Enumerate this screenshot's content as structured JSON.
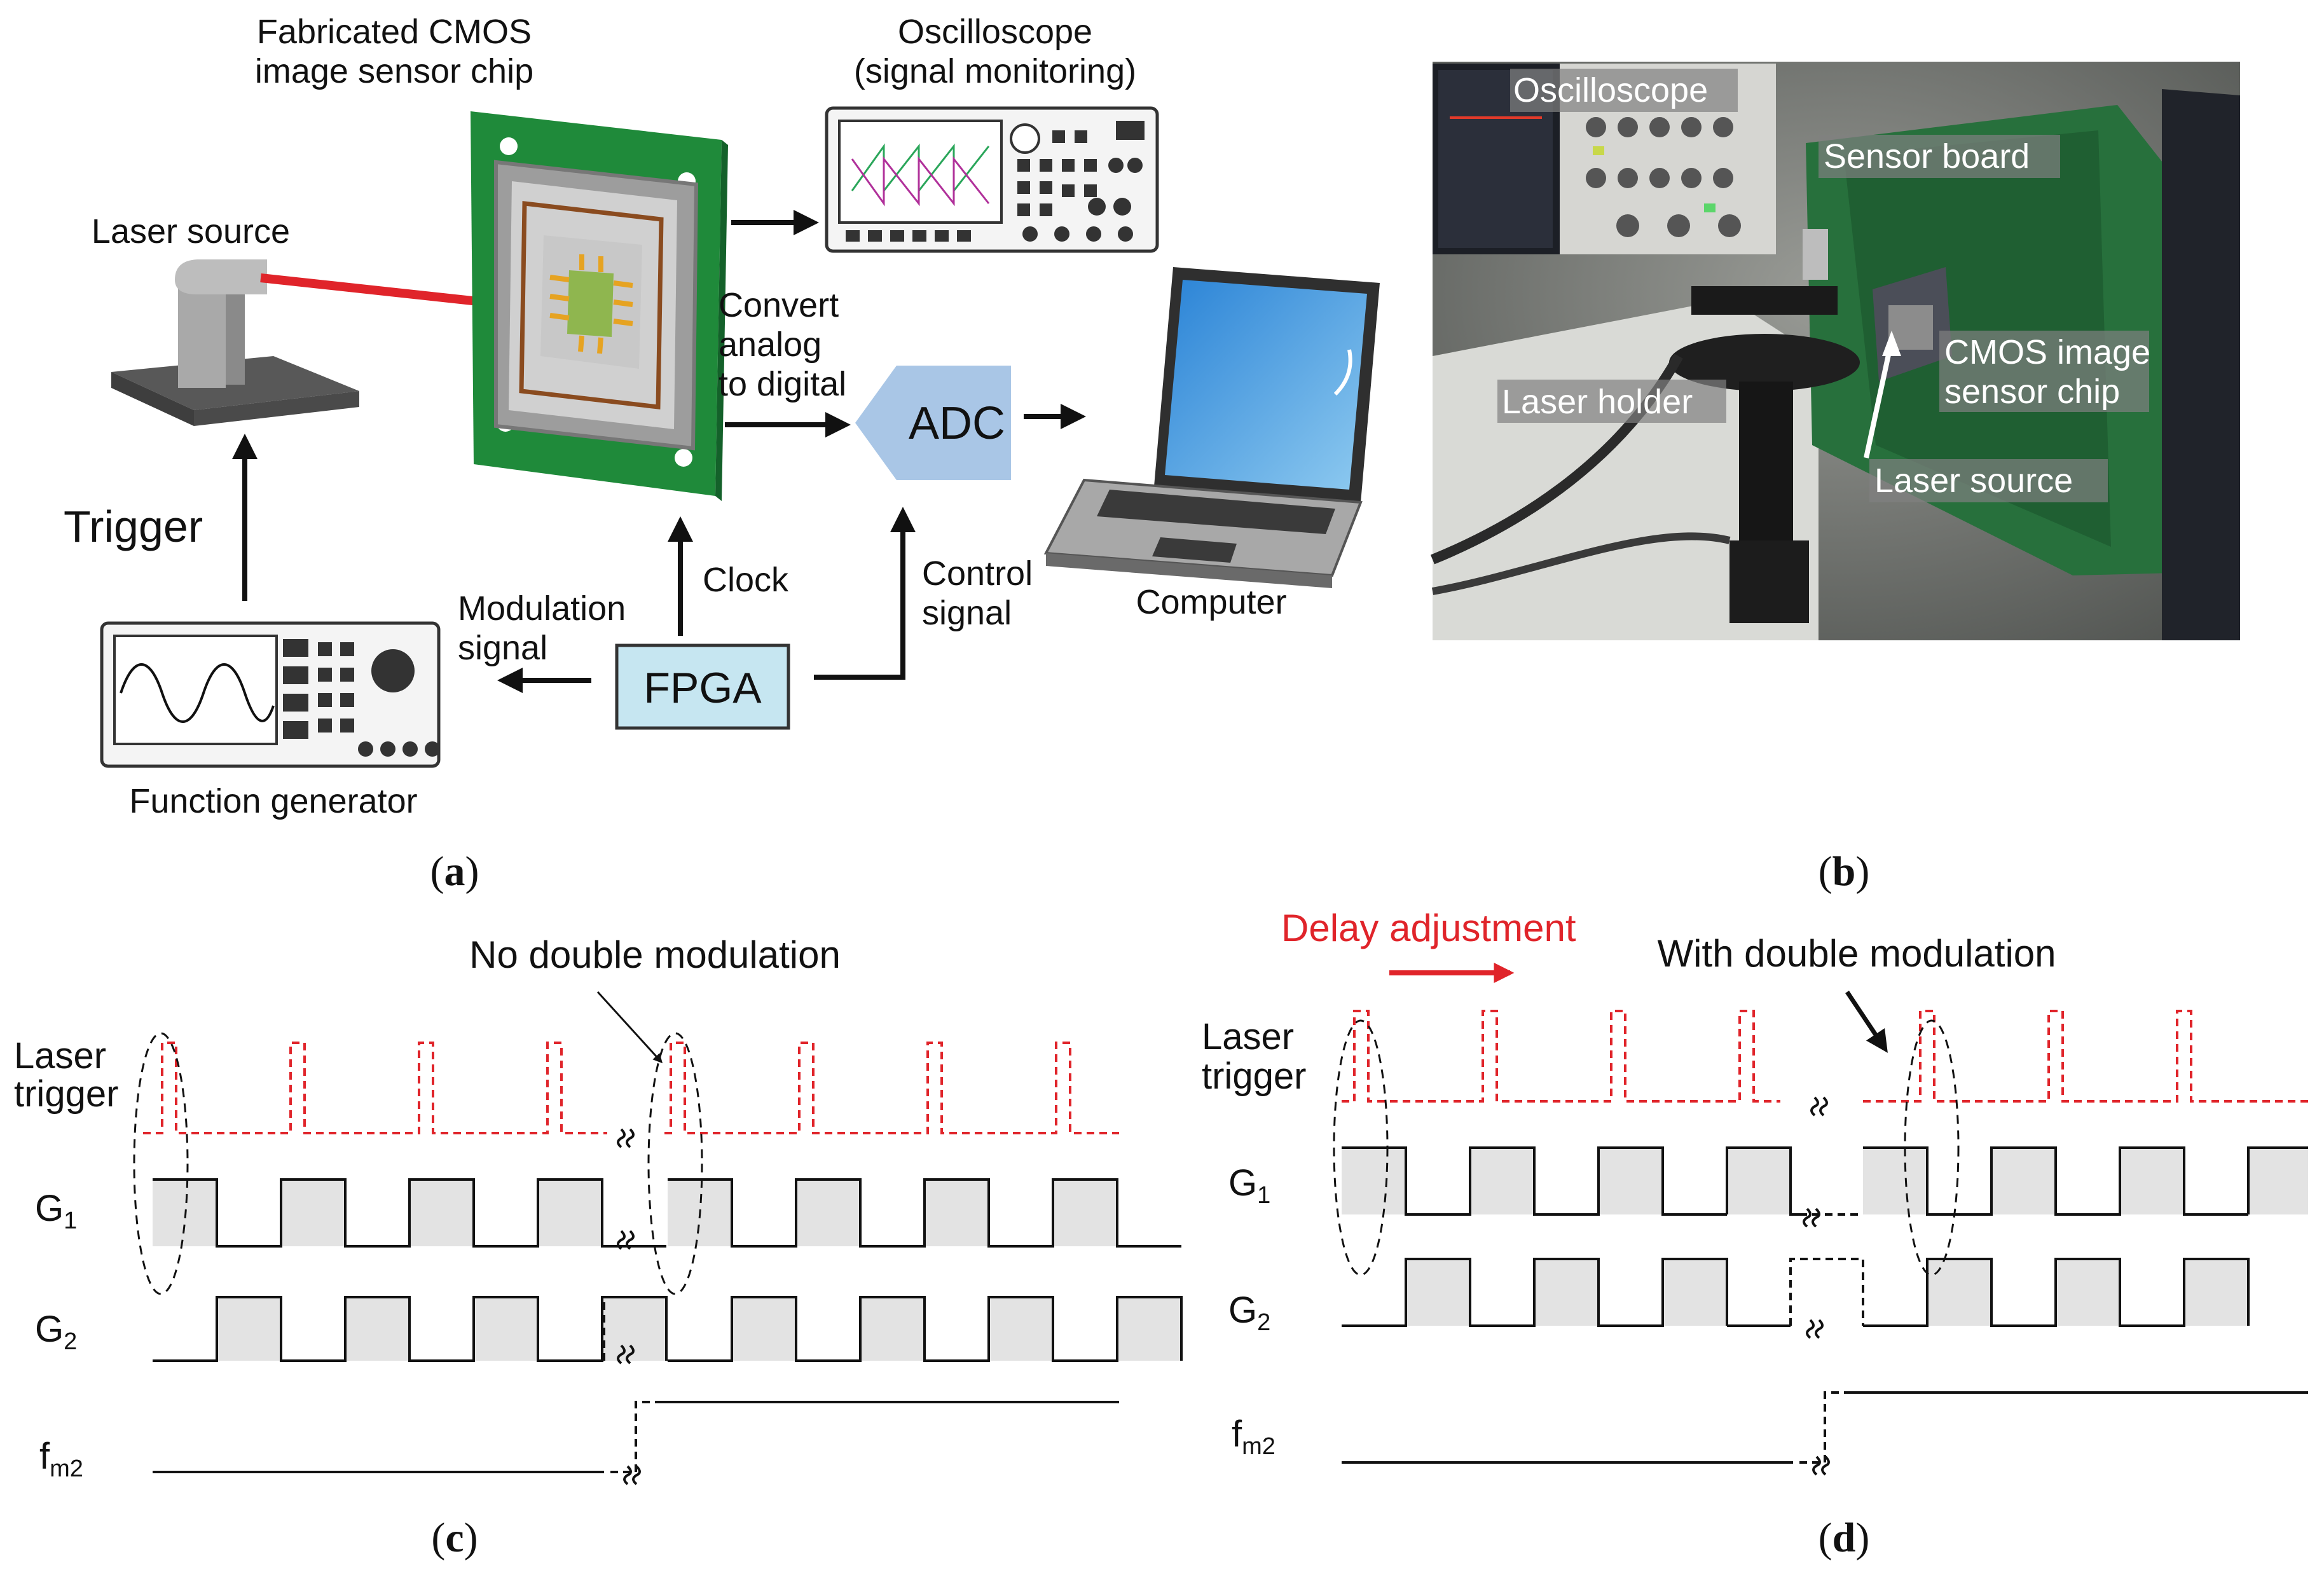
{
  "colors": {
    "laser_trigger": "#e0242a",
    "waveform": "#111111",
    "gate_fill": "#e3e3e3",
    "pcb_green": "#1f8a3a",
    "adc_fill": "#a9c6e6",
    "fpga_fill": "#c6e6f1",
    "delay_arrow": "#e0242a"
  },
  "panel_a": {
    "label_letter": "a",
    "chip_title_line1": "Fabricated CMOS",
    "chip_title_line2": "image sensor chip",
    "scope_title_line1": "Oscilloscope",
    "scope_title_line2": "(signal monitoring)",
    "laser_source": "Laser source",
    "convert_line1": "Convert",
    "convert_line2": "analog",
    "convert_line3": "to digital",
    "adc": "ADC",
    "trigger": "Trigger",
    "clock": "Clock",
    "control_line1": "Control",
    "control_line2": "signal",
    "modulation_line1": "Modulation",
    "modulation_line2": "signal",
    "fpga": "FPGA",
    "computer": "Computer",
    "function_generator": "Function generator"
  },
  "panel_b": {
    "label_letter": "b",
    "oscilloscope": "Oscilloscope",
    "sensor_board": "Sensor board",
    "cmos_line1": "CMOS image",
    "cmos_line2": "sensor chip",
    "laser_holder": "Laser holder",
    "laser_source": "Laser source"
  },
  "panel_c": {
    "label_letter": "c",
    "title": "No double modulation",
    "laser_line1": "Laser",
    "laser_line2": "trigger",
    "g1": "G",
    "g1_sub": "1",
    "g2": "G",
    "g2_sub": "2",
    "fm2": "f",
    "fm2_sub": "m2"
  },
  "panel_d": {
    "label_letter": "d",
    "delay": "Delay adjustment",
    "title": "With double modulation",
    "laser_line1": "Laser",
    "laser_line2": "trigger",
    "g1": "G",
    "g1_sub": "1",
    "g2": "G",
    "g2_sub": "2",
    "fm2": "f",
    "fm2_sub": "m2"
  }
}
